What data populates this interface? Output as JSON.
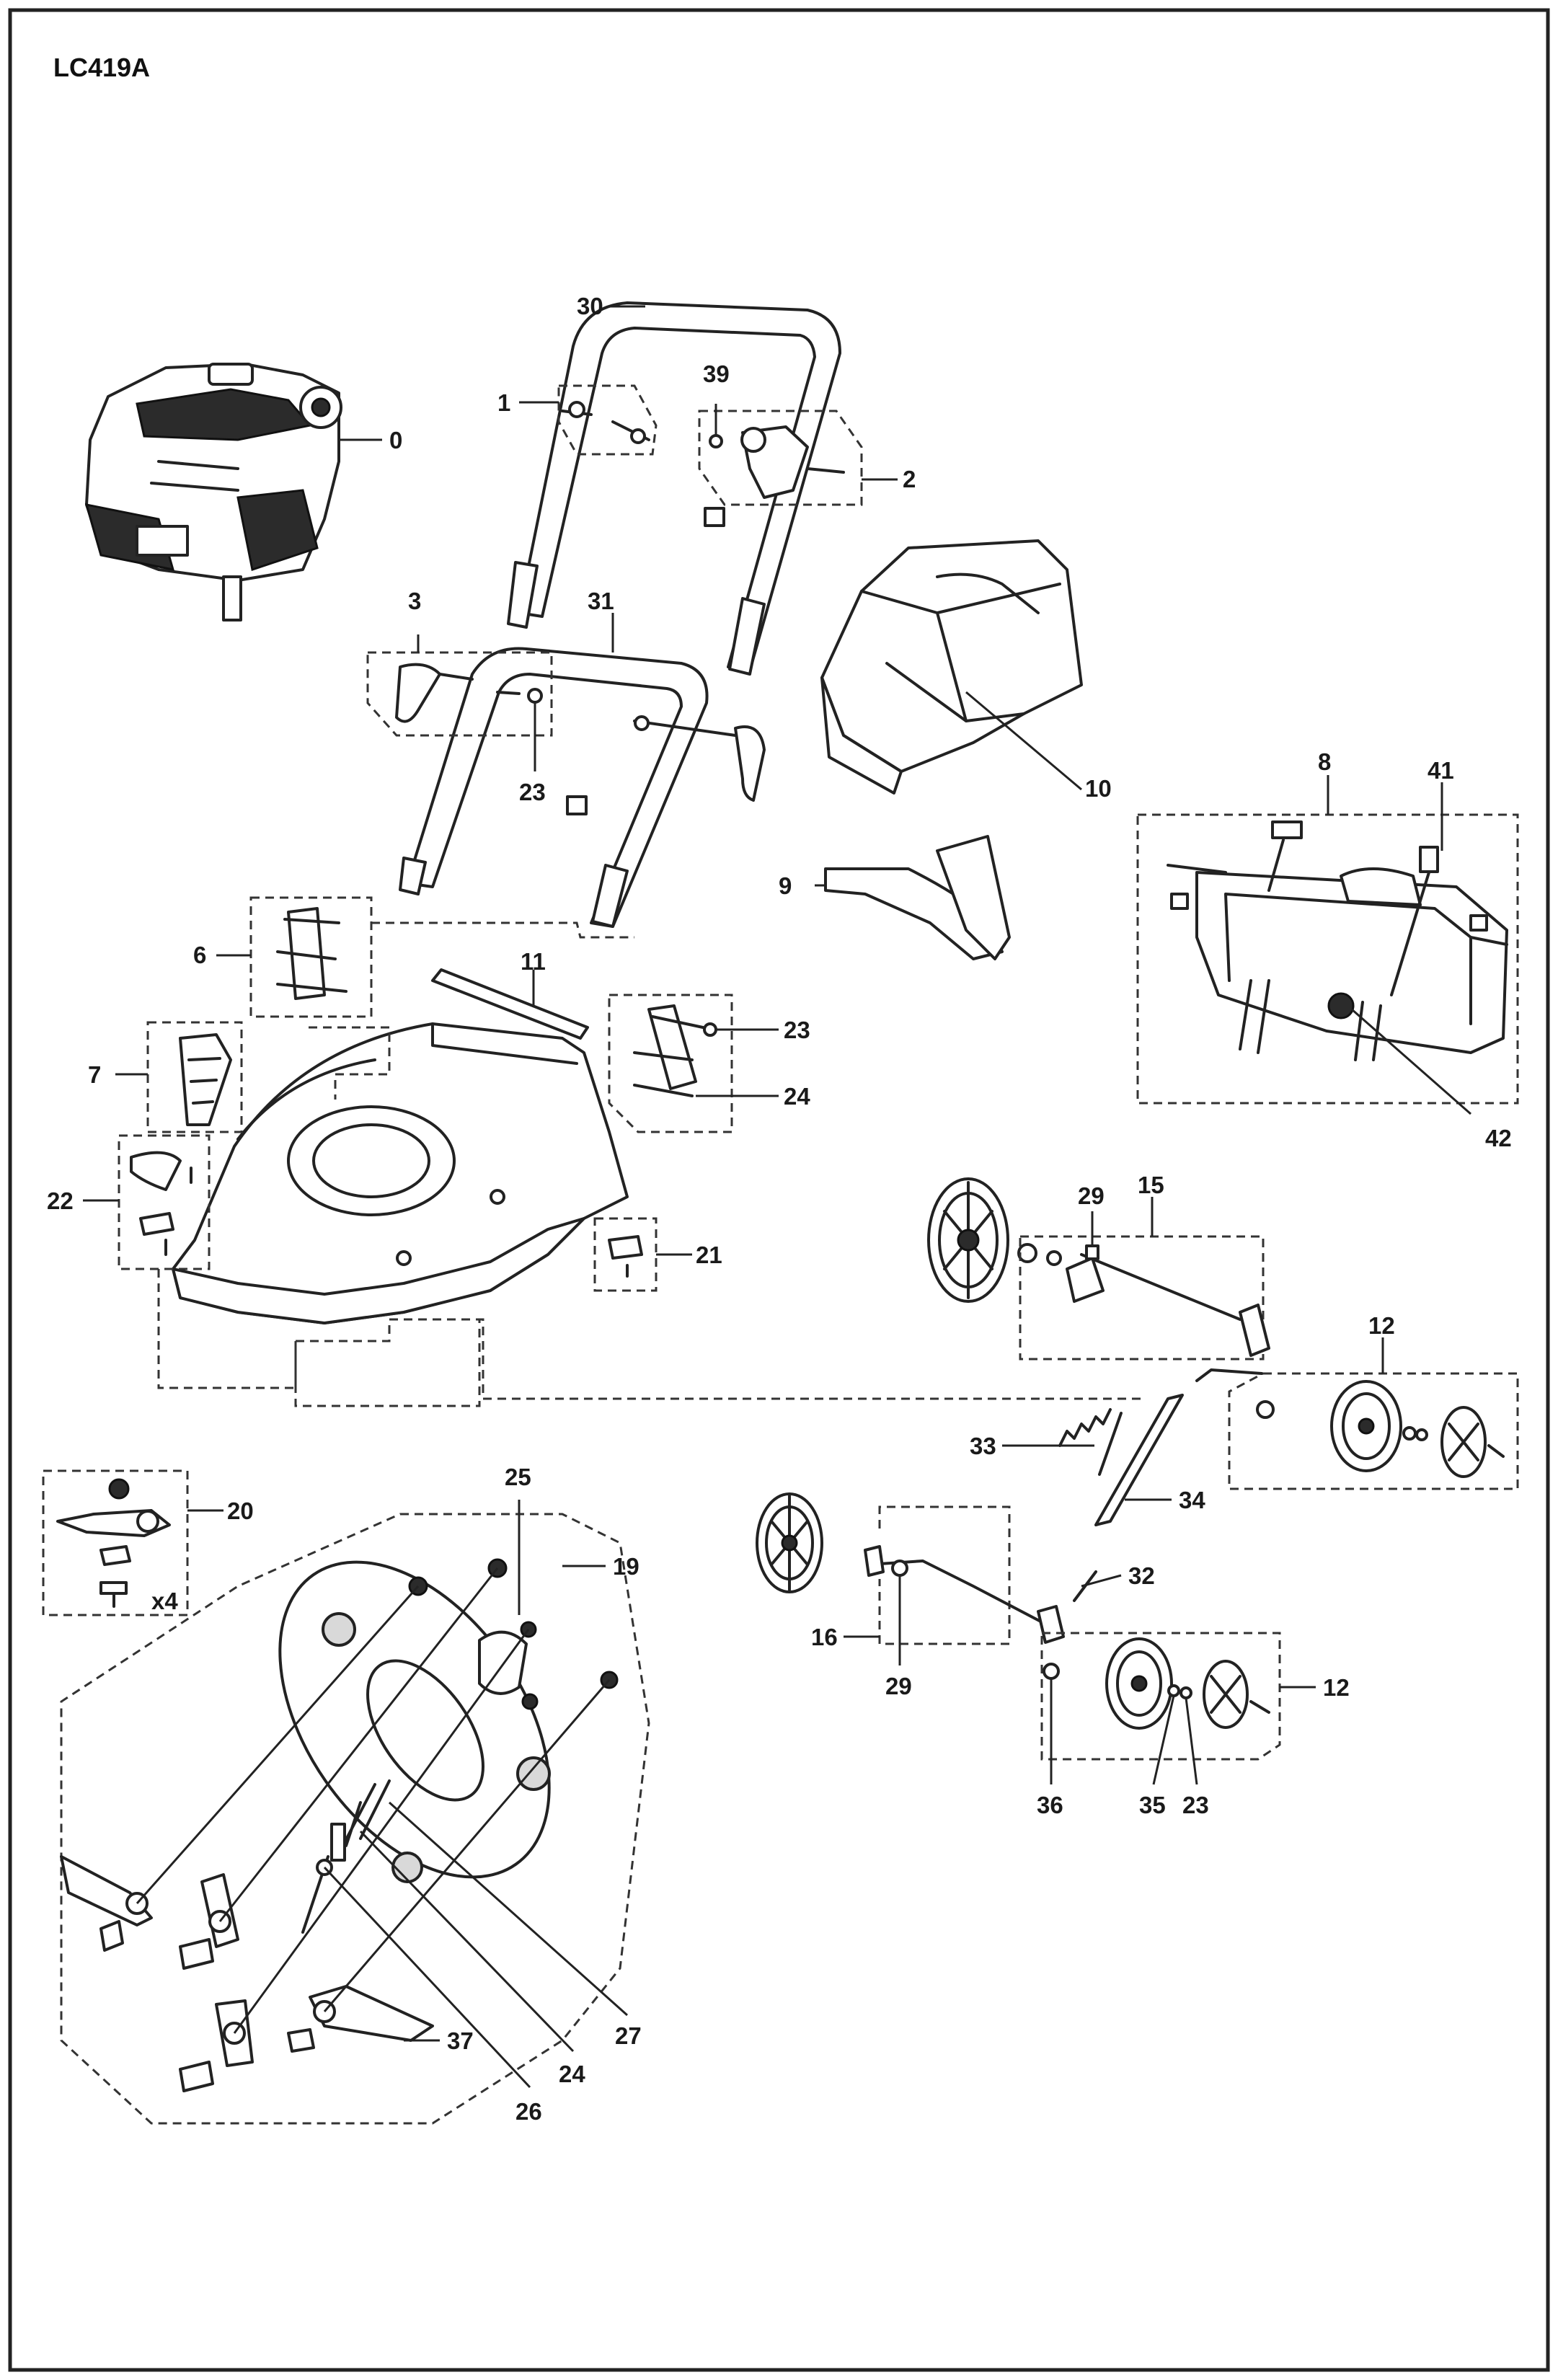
{
  "title": "LC419A",
  "callouts": {
    "c0": "0",
    "c1": "1",
    "c2": "2",
    "c3": "3",
    "c6": "6",
    "c7": "7",
    "c8": "8",
    "c9": "9",
    "c10": "10",
    "c11": "11",
    "c12a": "12",
    "c12b": "12",
    "c15": "15",
    "c16": "16",
    "c19": "19",
    "c20": "20",
    "c21": "21",
    "c22": "22",
    "c23a": "23",
    "c23b": "23",
    "c23c": "23",
    "c24a": "24",
    "c24b": "24",
    "c25": "25",
    "c26": "26",
    "c27": "27",
    "c29a": "29",
    "c29b": "29",
    "c30": "30",
    "c31": "31",
    "c32": "32",
    "c33": "33",
    "c34": "34",
    "c35": "35",
    "c36": "36",
    "c37": "37",
    "c39": "39",
    "c41": "41",
    "c42": "42"
  },
  "quantity_note": "x4",
  "colors": {
    "line": "#222222",
    "background": "#ffffff",
    "dark_fill": "#2b2b2b"
  },
  "icons": [
    "engine-icon",
    "grass-catcher-icon",
    "wheel-icon",
    "blade-icon",
    "handle-icon",
    "deck-icon"
  ]
}
